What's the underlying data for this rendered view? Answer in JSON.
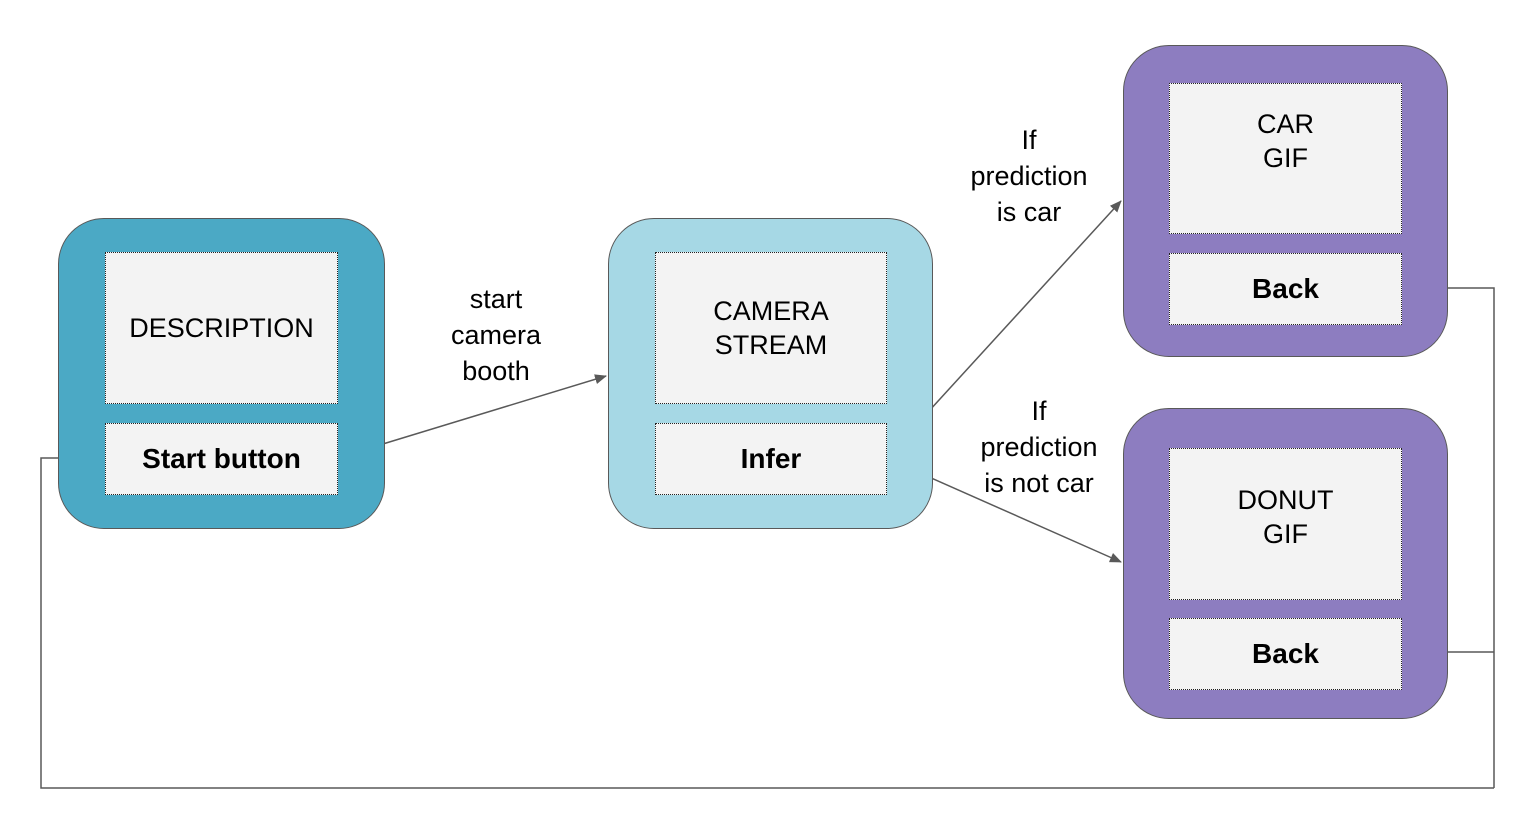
{
  "diagram": {
    "screens": [
      {
        "id": "home",
        "color": "#4ba9c5",
        "content": "DESCRIPTION",
        "button": "Start button"
      },
      {
        "id": "camera",
        "color": "#a6d8e5",
        "content": "CAMERA\nSTREAM",
        "button": "Infer"
      },
      {
        "id": "car",
        "color": "#8d7dc0",
        "content": "CAR\nGIF",
        "button": "Back"
      },
      {
        "id": "donut",
        "color": "#8d7dc0",
        "content": "DONUT\nGIF",
        "button": "Back"
      }
    ],
    "edges": [
      {
        "from": "home.button",
        "to": "camera",
        "label": "start\ncamera\nbooth"
      },
      {
        "from": "camera.button",
        "to": "car",
        "label": "If\nprediction\nis car"
      },
      {
        "from": "camera.button",
        "to": "donut",
        "label": "If\nprediction\nis not car"
      },
      {
        "from": "car.button",
        "to": "home.button",
        "label": ""
      },
      {
        "from": "donut.button",
        "to": "home.button",
        "label": ""
      }
    ],
    "line_color": "#595959"
  }
}
